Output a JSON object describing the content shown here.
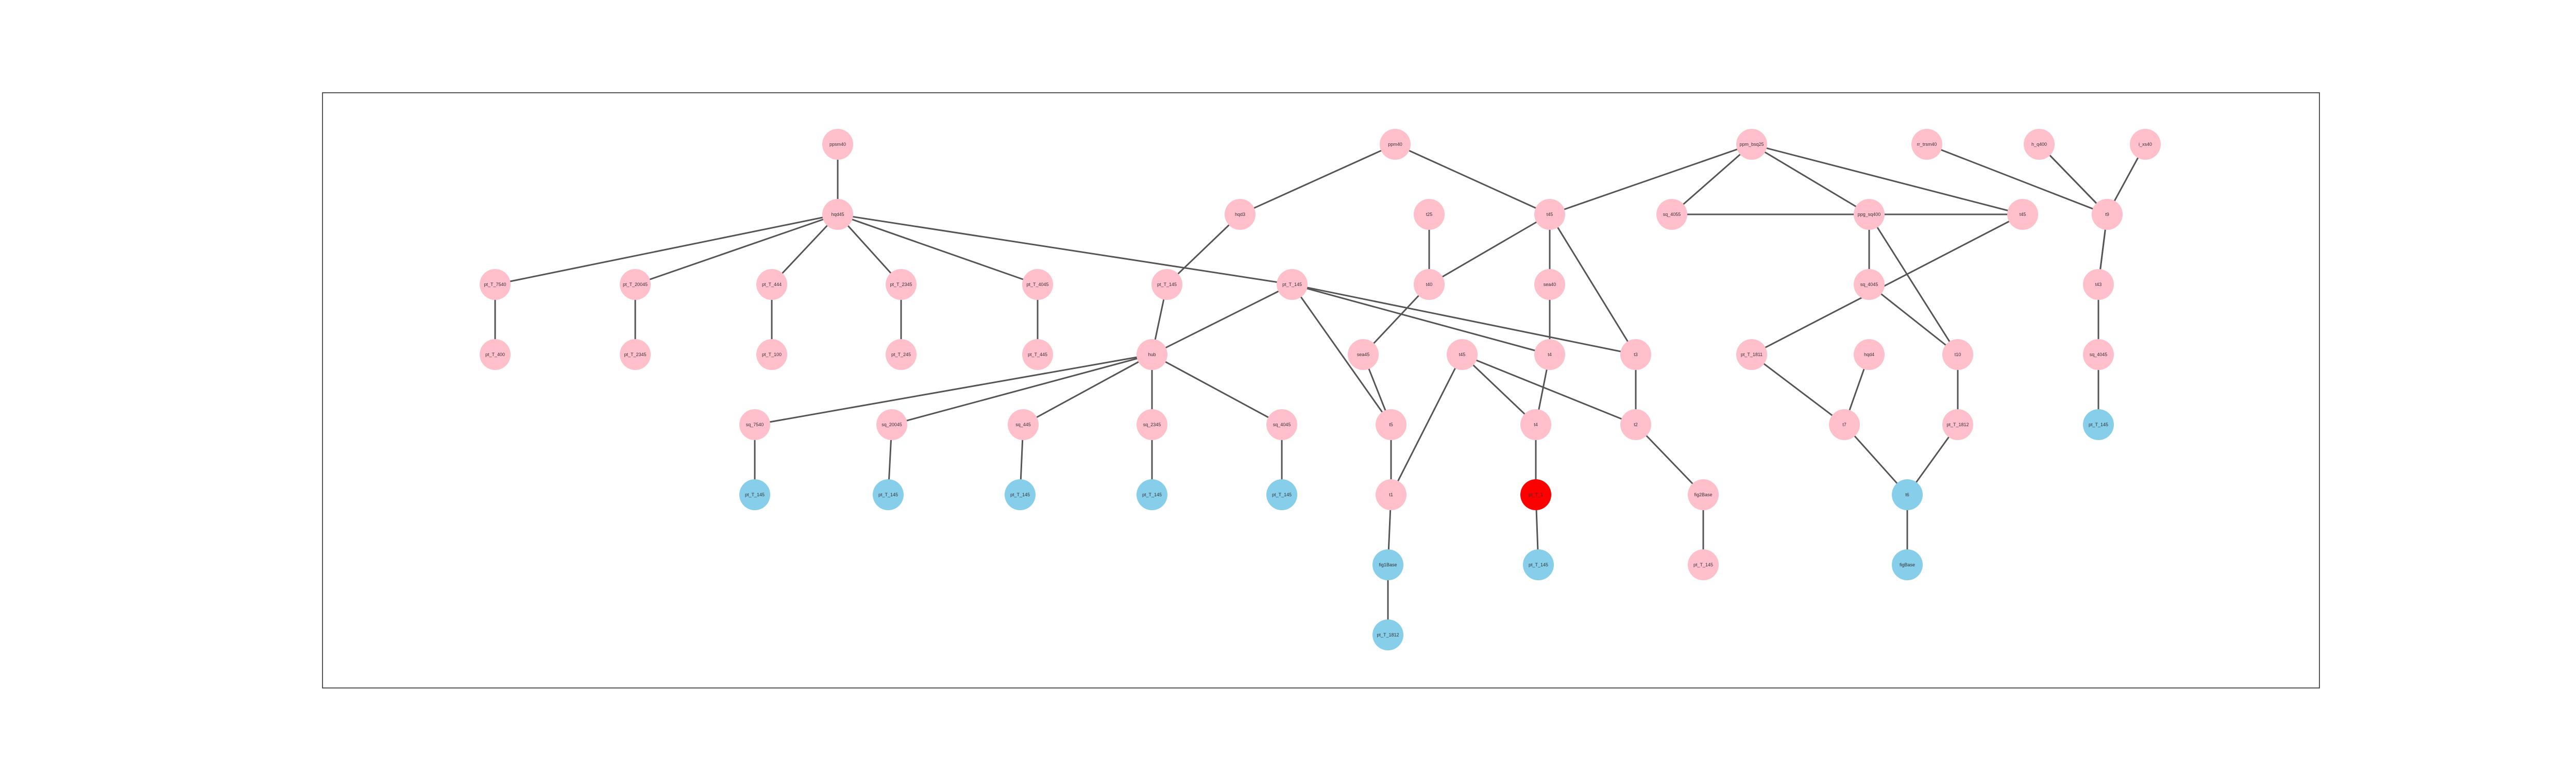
{
  "diagram": {
    "colors": {
      "default": "#ffc0cb",
      "leaf": "#87ceeb",
      "highlight": "#ff0000",
      "edge": "#555555"
    },
    "nodes": [
      {
        "id": "n_top1",
        "label": "ppsm40",
        "kind": "default"
      },
      {
        "id": "n_top2",
        "label": "ppm40",
        "kind": "default"
      },
      {
        "id": "n_top3",
        "label": "ppm_bsq25",
        "kind": "default"
      },
      {
        "id": "n_top4",
        "label": "rr_trsm40",
        "kind": "default"
      },
      {
        "id": "n_top5",
        "label": "h_q400",
        "kind": "default"
      },
      {
        "id": "n_top6",
        "label": "i_xs40",
        "kind": "default"
      },
      {
        "id": "n_hub",
        "label": "hqd45",
        "kind": "default"
      },
      {
        "id": "n_hqd3",
        "label": "hqd3",
        "kind": "default"
      },
      {
        "id": "n_t3_a",
        "label": "t45",
        "kind": "default"
      },
      {
        "id": "n_t3_b",
        "label": "t25",
        "kind": "default"
      },
      {
        "id": "n_t3_c",
        "label": "sq_4055",
        "kind": "default"
      },
      {
        "id": "n_t3_d",
        "label": "ppg_sq400",
        "kind": "default"
      },
      {
        "id": "n_t3_e",
        "label": "t45",
        "kind": "default"
      },
      {
        "id": "n_t3_f",
        "label": "t5",
        "kind": "default"
      },
      {
        "id": "c1",
        "label": "pt_T_7540",
        "kind": "default"
      },
      {
        "id": "c2",
        "label": "pt_T_20045",
        "kind": "default"
      },
      {
        "id": "c3",
        "label": "pt_T_444",
        "kind": "default"
      },
      {
        "id": "c4",
        "label": "pt_T_2345",
        "kind": "default"
      },
      {
        "id": "c5",
        "label": "pt_T_4045",
        "kind": "default"
      },
      {
        "id": "c6",
        "label": "pt_T_145",
        "kind": "default"
      },
      {
        "id": "c7",
        "label": "pt_T_145",
        "kind": "default"
      },
      {
        "id": "c8",
        "label": "t40",
        "kind": "default"
      },
      {
        "id": "c9",
        "label": "sea40",
        "kind": "default"
      },
      {
        "id": "c10",
        "label": "t43",
        "kind": "default"
      },
      {
        "id": "c11",
        "label": "sq_4045",
        "kind": "default"
      },
      {
        "id": "c12",
        "label": "t9",
        "kind": "default"
      },
      {
        "id": "d1",
        "label": "pt_T_400",
        "kind": "default"
      },
      {
        "id": "d2",
        "label": "pt_T_2345",
        "kind": "default"
      },
      {
        "id": "d3",
        "label": "pt_T_100",
        "kind": "default"
      },
      {
        "id": "d4",
        "label": "pt_T_245",
        "kind": "default"
      },
      {
        "id": "d5",
        "label": "pt_T_445",
        "kind": "default"
      },
      {
        "id": "d6",
        "label": "hub",
        "kind": "default"
      },
      {
        "id": "d7",
        "label": "sea45",
        "kind": "default"
      },
      {
        "id": "d8",
        "label": "t45",
        "kind": "default"
      },
      {
        "id": "d9",
        "label": "t4",
        "kind": "default"
      },
      {
        "id": "d10",
        "label": "t3",
        "kind": "default"
      },
      {
        "id": "d11",
        "label": "pt_T_1811",
        "kind": "default"
      },
      {
        "id": "d12",
        "label": "hqd4",
        "kind": "default"
      },
      {
        "id": "d13",
        "label": "t10",
        "kind": "default"
      },
      {
        "id": "d14",
        "label": "sq_4045",
        "kind": "default"
      },
      {
        "id": "e1",
        "label": "sq_7540",
        "kind": "default"
      },
      {
        "id": "e2",
        "label": "sq_20045",
        "kind": "default"
      },
      {
        "id": "e3",
        "label": "sq_445",
        "kind": "default"
      },
      {
        "id": "e4",
        "label": "sq_2345",
        "kind": "default"
      },
      {
        "id": "e5",
        "label": "sq_4045",
        "kind": "default"
      },
      {
        "id": "e6",
        "label": "t5",
        "kind": "default"
      },
      {
        "id": "e7",
        "label": "t4",
        "kind": "default"
      },
      {
        "id": "e8",
        "label": "t2",
        "kind": "default"
      },
      {
        "id": "e9",
        "label": "t7",
        "kind": "default"
      },
      {
        "id": "e10",
        "label": "pt_T_1812",
        "kind": "default"
      },
      {
        "id": "f1",
        "label": "pt_T_145",
        "kind": "leaf"
      },
      {
        "id": "f2",
        "label": "pt_T_145",
        "kind": "leaf"
      },
      {
        "id": "f3",
        "label": "pt_T_145",
        "kind": "leaf"
      },
      {
        "id": "f4",
        "label": "pt_T_145",
        "kind": "leaf"
      },
      {
        "id": "f5",
        "label": "pt_T_145",
        "kind": "leaf"
      },
      {
        "id": "f6",
        "label": "t1",
        "kind": "default"
      },
      {
        "id": "f7",
        "label": "pt_T_1",
        "kind": "highlight"
      },
      {
        "id": "f8",
        "label": "fig2Base",
        "kind": "default"
      },
      {
        "id": "f9",
        "label": "t6",
        "kind": "leaf"
      },
      {
        "id": "f10",
        "label": "pt_T_145",
        "kind": "leaf"
      },
      {
        "id": "g1",
        "label": "fig1Base",
        "kind": "leaf"
      },
      {
        "id": "g2",
        "label": "pt_T_145",
        "kind": "leaf"
      },
      {
        "id": "g3",
        "label": "pt_T_145",
        "kind": "default"
      },
      {
        "id": "g4",
        "label": "figBase",
        "kind": "leaf"
      },
      {
        "id": "h1",
        "label": "pt_T_1812",
        "kind": "leaf"
      }
    ],
    "edges": [
      [
        "n_top1",
        "n_hub"
      ],
      [
        "n_hub",
        "c1"
      ],
      [
        "n_hub",
        "c2"
      ],
      [
        "n_hub",
        "c3"
      ],
      [
        "n_hub",
        "c4"
      ],
      [
        "n_hub",
        "c5"
      ],
      [
        "n_hub",
        "c7"
      ],
      [
        "c1",
        "d1"
      ],
      [
        "c2",
        "d2"
      ],
      [
        "c3",
        "d3"
      ],
      [
        "c4",
        "d4"
      ],
      [
        "c5",
        "d5"
      ],
      [
        "n_top2",
        "n_hqd3"
      ],
      [
        "n_top2",
        "n_t3_a"
      ],
      [
        "n_hqd3",
        "c6"
      ],
      [
        "c6",
        "d6"
      ],
      [
        "c7",
        "d6"
      ],
      [
        "c7",
        "e6"
      ],
      [
        "c7",
        "d9"
      ],
      [
        "c7",
        "d10"
      ],
      [
        "n_t3_b",
        "c8"
      ],
      [
        "n_t3_a",
        "c8"
      ],
      [
        "c8",
        "d7"
      ],
      [
        "n_t3_a",
        "c9"
      ],
      [
        "c9",
        "d9"
      ],
      [
        "n_t3_a",
        "d10"
      ],
      [
        "d6",
        "e1"
      ],
      [
        "d6",
        "e2"
      ],
      [
        "d6",
        "e3"
      ],
      [
        "d6",
        "e4"
      ],
      [
        "d6",
        "e5"
      ],
      [
        "e1",
        "f1"
      ],
      [
        "e2",
        "f2"
      ],
      [
        "e3",
        "f3"
      ],
      [
        "e4",
        "f4"
      ],
      [
        "e5",
        "f5"
      ],
      [
        "d7",
        "e6"
      ],
      [
        "e6",
        "f6"
      ],
      [
        "d8",
        "f6"
      ],
      [
        "d8",
        "e7"
      ],
      [
        "d8",
        "e8"
      ],
      [
        "d9",
        "e7"
      ],
      [
        "e7",
        "f7"
      ],
      [
        "d10",
        "e8"
      ],
      [
        "e8",
        "f8"
      ],
      [
        "f8",
        "g3"
      ],
      [
        "f6",
        "g1"
      ],
      [
        "g1",
        "h1"
      ],
      [
        "f7",
        "g2"
      ],
      [
        "n_top3",
        "n_t3_a"
      ],
      [
        "n_top3",
        "n_t3_c"
      ],
      [
        "n_top3",
        "n_t3_d"
      ],
      [
        "n_top3",
        "n_t3_e"
      ],
      [
        "n_t3_c",
        "n_t3_e"
      ],
      [
        "n_t3_e",
        "d11"
      ],
      [
        "d11",
        "e9"
      ],
      [
        "d12",
        "e9"
      ],
      [
        "n_t3_d",
        "d13"
      ],
      [
        "n_t3_d",
        "d14"
      ],
      [
        "d14",
        "d13"
      ],
      [
        "d13",
        "e10"
      ],
      [
        "e9",
        "f9"
      ],
      [
        "e10",
        "f9"
      ],
      [
        "f9",
        "g4"
      ],
      [
        "n_top4",
        "n_t3_f"
      ],
      [
        "n_top5",
        "n_t3_f"
      ],
      [
        "n_top5",
        "c12"
      ],
      [
        "n_top6",
        "c12"
      ],
      [
        "n_t3_f",
        "c10"
      ],
      [
        "c12",
        "c10"
      ],
      [
        "c10",
        "c11"
      ],
      [
        "c11",
        "f10"
      ]
    ]
  }
}
